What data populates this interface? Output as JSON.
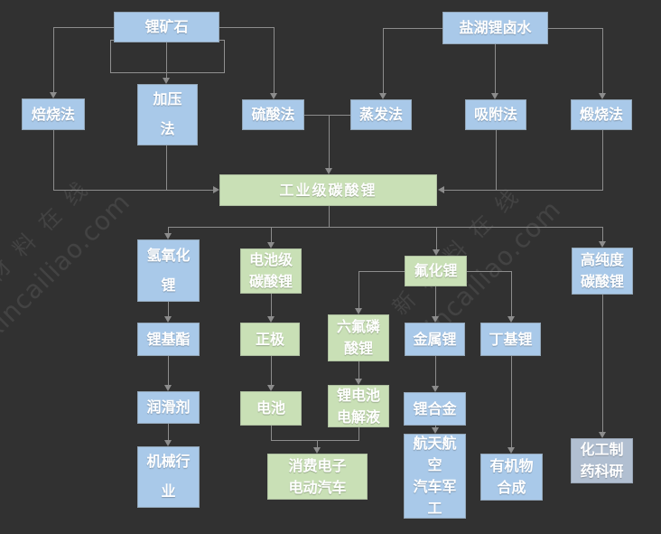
{
  "diagram": {
    "colors": {
      "background": "#313131",
      "blue": "#a9c9e9",
      "green": "#c9e0b6",
      "slate": "#b1bfd1",
      "line": "#8c8c8c",
      "text": "#ffffff"
    },
    "watermark": {
      "cn": "新材料在线",
      "en": "Xincailiao.com"
    },
    "nodes": {
      "lithium_ore": "锂矿石",
      "salt_lake_brine": "盐湖锂卤水",
      "roasting": "焙烧法",
      "pressure": "加压\n法",
      "sulfuric_acid": "硫酸法",
      "evaporation": "蒸发法",
      "adsorption": "吸附法",
      "calcination": "煅烧法",
      "industrial_li2co3": "工业级碳酸锂",
      "lioh": "氢氧化锂",
      "battery_grade_li2co3": "电池级碳酸锂",
      "lif": "氟化锂",
      "high_purity_li2co3": "高纯度碳酸锂",
      "li_grease": "锂基酯",
      "cathode": "正极",
      "lipf6": "六氟磷酸锂",
      "li_metal": "金属锂",
      "butyl_li": "丁基锂",
      "lubricant": "润滑剂",
      "battery": "电池",
      "electrolyte": "锂电池\n电解液",
      "li_alloy": "锂合金",
      "machinery": "机械行业",
      "consumer_ev": "消费电子\n电动汽车",
      "aerospace": "航天航空\n汽车军工",
      "organic": "有机物\n合成",
      "chem_pharma": "化工制\n药科研"
    },
    "edges": [
      [
        "lithium_ore",
        "roasting"
      ],
      [
        "lithium_ore",
        "pressure"
      ],
      [
        "lithium_ore",
        "sulfuric_acid"
      ],
      [
        "salt_lake_brine",
        "evaporation"
      ],
      [
        "salt_lake_brine",
        "adsorption"
      ],
      [
        "salt_lake_brine",
        "calcination"
      ],
      [
        "roasting",
        "industrial_li2co3"
      ],
      [
        "pressure",
        "industrial_li2co3"
      ],
      [
        "sulfuric_acid",
        "industrial_li2co3"
      ],
      [
        "evaporation",
        "industrial_li2co3"
      ],
      [
        "adsorption",
        "industrial_li2co3"
      ],
      [
        "calcination",
        "industrial_li2co3"
      ],
      [
        "industrial_li2co3",
        "lioh"
      ],
      [
        "industrial_li2co3",
        "battery_grade_li2co3"
      ],
      [
        "industrial_li2co3",
        "lif"
      ],
      [
        "industrial_li2co3",
        "high_purity_li2co3"
      ],
      [
        "lioh",
        "li_grease"
      ],
      [
        "li_grease",
        "lubricant"
      ],
      [
        "lubricant",
        "machinery"
      ],
      [
        "battery_grade_li2co3",
        "cathode"
      ],
      [
        "cathode",
        "battery"
      ],
      [
        "battery",
        "consumer_ev"
      ],
      [
        "electrolyte",
        "consumer_ev"
      ],
      [
        "lif",
        "lipf6"
      ],
      [
        "lif",
        "li_metal"
      ],
      [
        "lif",
        "butyl_li"
      ],
      [
        "lipf6",
        "electrolyte"
      ],
      [
        "li_metal",
        "li_alloy"
      ],
      [
        "li_alloy",
        "aerospace"
      ],
      [
        "butyl_li",
        "organic"
      ],
      [
        "high_purity_li2co3",
        "chem_pharma"
      ]
    ]
  }
}
